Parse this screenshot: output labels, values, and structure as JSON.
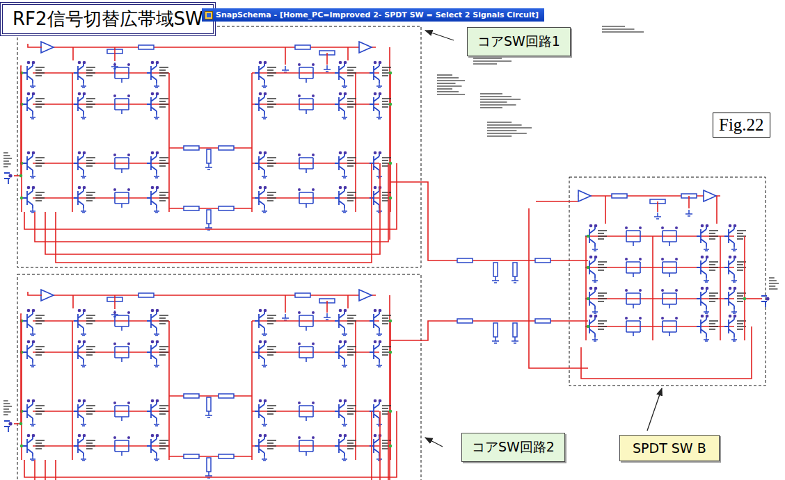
{
  "diagram": {
    "title": "RF2信号切替広帯域SW",
    "nodes": [
      {
        "text": [
          "RF2信号切替広帯域SW"
        ]
      },
      {
        "text": [
          "コアSW回路1"
        ]
      },
      {
        "text": [
          "Fig.22"
        ]
      },
      {
        "text": [
          "コアSW回路2"
        ]
      },
      {
        "text": [
          "SPDT SW B"
        ]
      }
    ],
    "labels": [
      "SnapSchema - [Home_PC=Improved 2- SPDT SW = Select 2 Signals Circuit]"
    ]
  }
}
